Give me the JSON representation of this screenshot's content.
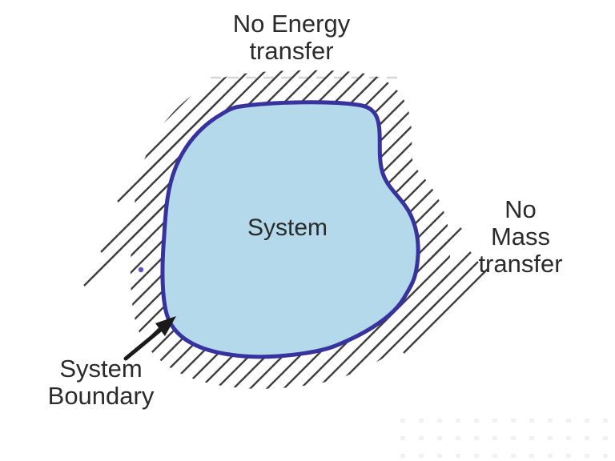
{
  "diagram": {
    "type": "isolated-thermodynamic-system",
    "labels": {
      "energy": "No Energy\ntransfer",
      "mass": "No Mass\ntransfer",
      "system": "System",
      "boundary": "System\nBoundary"
    },
    "colors": {
      "background": "#ffffff",
      "system_fill": "#b3d9ea",
      "boundary_stroke": "#37329e",
      "hatch": "#3f3f3f",
      "arrow": "#1a1a1a",
      "text": "#2b2b2b",
      "stray_dot": "#5a55c8",
      "watermark_dash": "#d6d6d6",
      "watermark_dot": "#f1f1f1"
    }
  }
}
